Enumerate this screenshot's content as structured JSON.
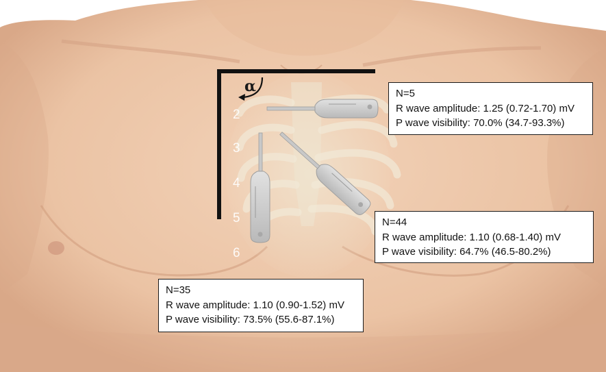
{
  "angle_label": "α",
  "rib_numbers": [
    "2",
    "3",
    "4",
    "5",
    "6"
  ],
  "colors": {
    "skin": "#eec9ad",
    "skin_shadow": "#d9a98a",
    "bone": "#efe6d2",
    "device": "#c9c9c9",
    "frame": "#111111"
  },
  "devices": [
    {
      "name": "biomonitor-horizontal",
      "orientation": "horizontal"
    },
    {
      "name": "biomonitor-diagonal",
      "orientation": "diagonal"
    },
    {
      "name": "biomonitor-vertical",
      "orientation": "vertical"
    }
  ],
  "boxes": {
    "top": {
      "n": "N=5",
      "r_wave": "R wave amplitude: 1.25 (0.72-1.70) mV",
      "p_wave": "P wave visibility: 70.0% (34.7-93.3%)"
    },
    "mid": {
      "n": "N=44",
      "r_wave": "R wave amplitude: 1.10 (0.68-1.40) mV",
      "p_wave": "P wave visibility: 64.7% (46.5-80.2%)"
    },
    "bottom": {
      "n": "N=35",
      "r_wave": "R wave amplitude: 1.10 (0.90-1.52) mV",
      "p_wave": "P wave visibility: 73.5% (55.6-87.1%)"
    }
  }
}
